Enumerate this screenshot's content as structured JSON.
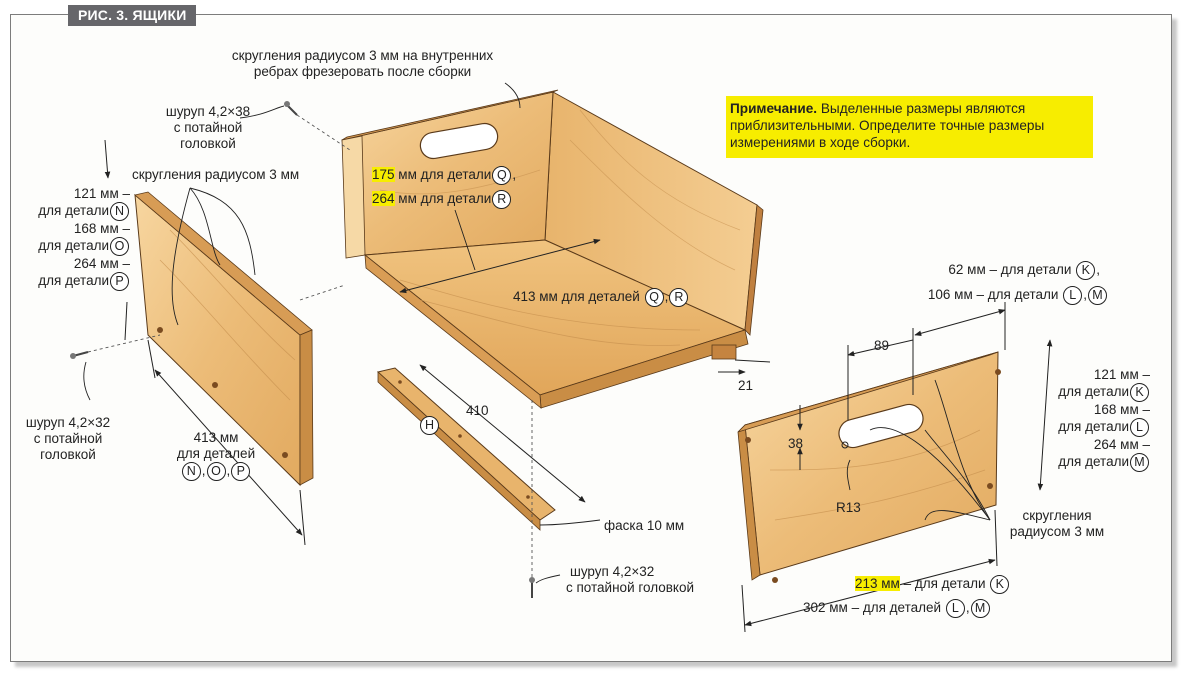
{
  "figure_title": "РИС. 3. ЯЩИКИ",
  "note": {
    "title": "Примечание.",
    "text": " Выделенные размеры являются приблизительными. Определите точные размеры измерениями в ходе сборки."
  },
  "labels": {
    "inner_round_1": "скругления радиусом 3 мм на внутренних",
    "inner_round_2": "ребрах фрезеровать после сборки",
    "screw38_1": "шуруп 4,2×38",
    "screw38_2": "с потайной",
    "screw38_3": "головкой",
    "round3_side": "скругления радиусом 3 мм",
    "nop_121": "121 мм –",
    "nop_121_b": "для детали",
    "nop_168": "168 мм –",
    "nop_168_b": "для детали",
    "nop_264": "264 мм –",
    "nop_264_b": "для детали",
    "q_175": "175",
    "q_175_b": " мм для детали",
    "r_264": "264",
    "r_264_b": " мм для детали",
    "qr_413": "413 мм для деталей",
    "screw32_1": "шуруп 4,2×32",
    "screw32_2": "с потайной",
    "screw32_3": "головкой",
    "side_413": "413 мм",
    "side_413_b": "для деталей",
    "h_410": "410",
    "bevel": "фаска 10 мм",
    "screw32b_1": "шуруп 4,2×32",
    "screw32b_2": "с потайной головкой",
    "d_21": "21",
    "k_62": "62 мм – для детали",
    "lm_106": "106 мм – для детали",
    "d_89": "89",
    "d_38": "38",
    "r13": "R13",
    "kl_121": "121 мм –",
    "kl_121_b": "для детали",
    "kl_168": "168 мм –",
    "kl_168_b": "для детали",
    "kl_264": "264 мм –",
    "kl_264_b": "для детали",
    "round3_front_1": "скругления",
    "round3_front_2": "радиусом 3 мм",
    "k_213": "213 мм",
    "k_213_b": " – для детали",
    "lm_302": "302 мм – для деталей"
  },
  "parts": {
    "K": "K",
    "L": "L",
    "M": "M",
    "N": "N",
    "O": "O",
    "P": "P",
    "Q": "Q",
    "R": "R",
    "H": "H"
  },
  "colors": {
    "highlight": "#f7ed00",
    "wood_light": "#f3c98a",
    "wood_mid": "#e3ad66",
    "wood_dark": "#b57a3a",
    "title_bg": "#66666a"
  }
}
